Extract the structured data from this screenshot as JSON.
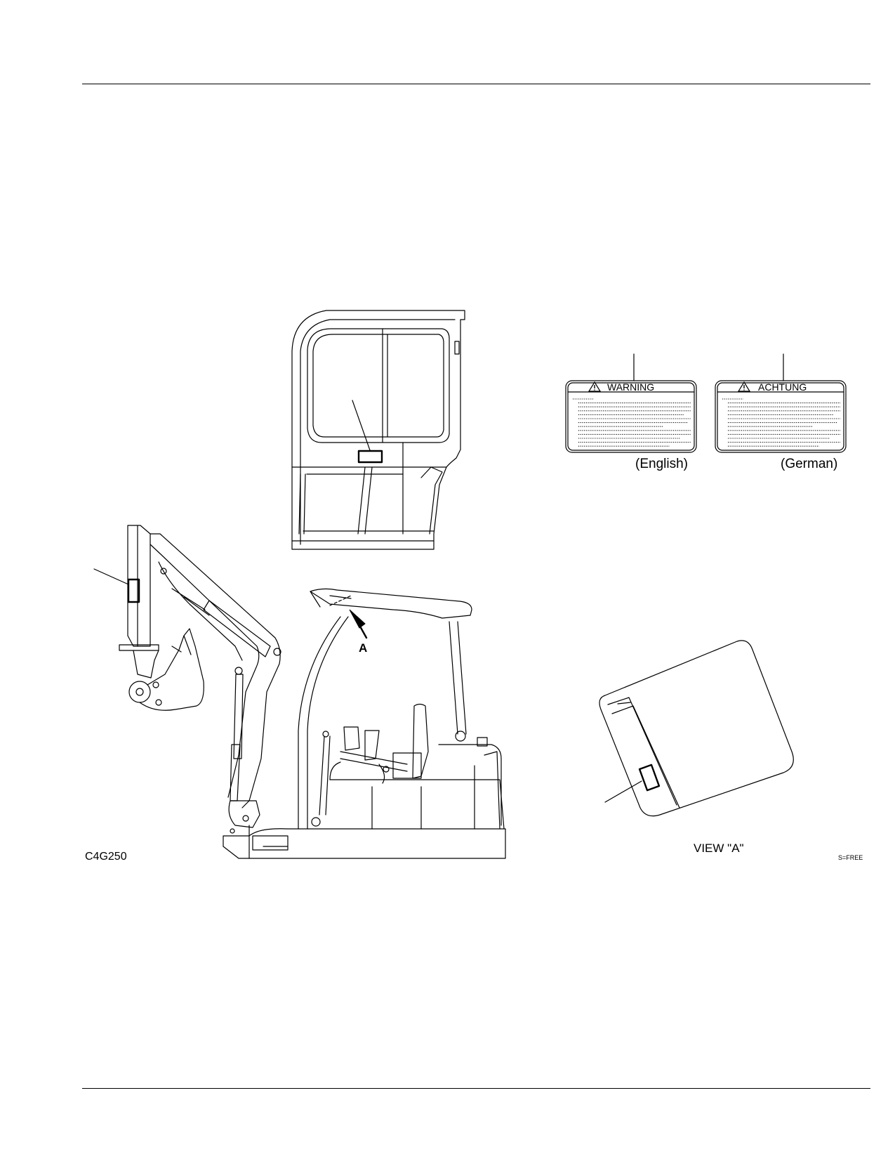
{
  "figure_code": "C4G250",
  "scale_note": "S=FREE",
  "view_arrow_label": "A",
  "view_caption": "VIEW \"A\"",
  "labels": [
    {
      "heading": "WARNING",
      "language": "(English)",
      "icon": "warning-triangle-icon"
    },
    {
      "heading": "ACHTUNG",
      "language": "(German)",
      "icon": "warning-triangle-icon"
    }
  ]
}
